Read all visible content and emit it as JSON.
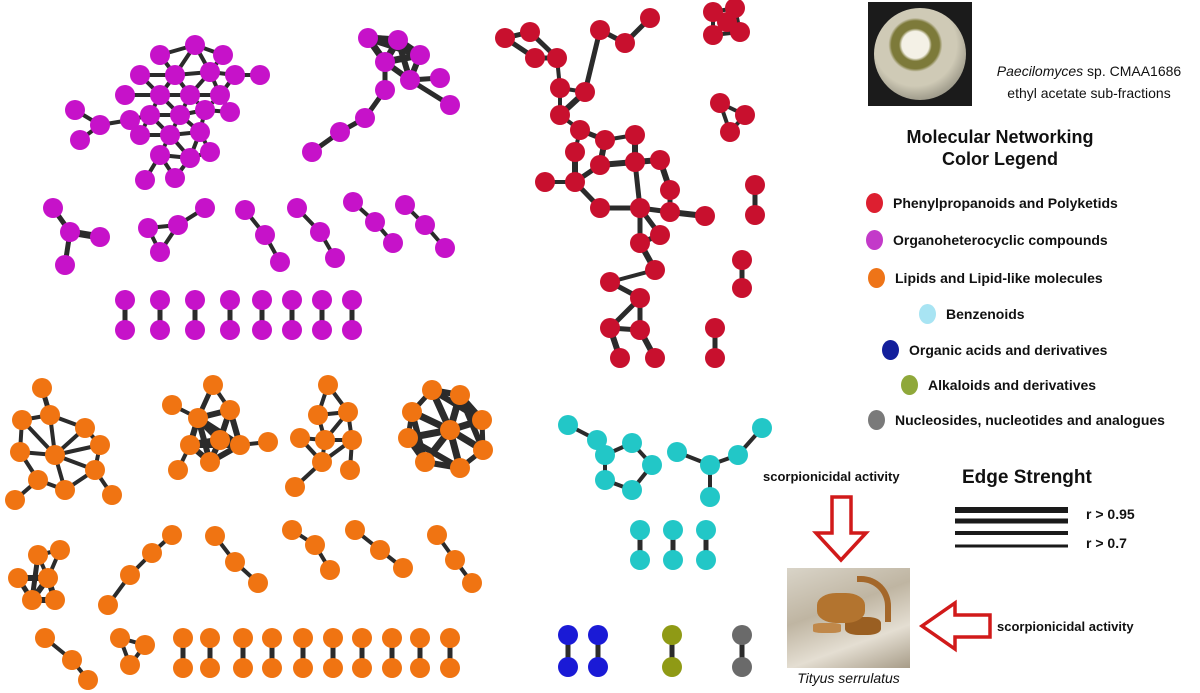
{
  "sample": {
    "genus": "Paecilomyces",
    "strain": " sp. CMAA1686",
    "line2": "ethyl acetate sub-fractions"
  },
  "legend": {
    "title_line1": "Molecular Networking",
    "title_line2": "Color Legend",
    "items": [
      {
        "label": "Phenylpropanoids  and Polyketids",
        "color": "#dd1f30"
      },
      {
        "label": "Organoheterocyclic  compounds",
        "color": "#c33ac9"
      },
      {
        "label": "Lipids  and Lipid-like molecules",
        "color": "#ee7418"
      },
      {
        "label": "Benzenoids",
        "color": "#a8e4f3"
      },
      {
        "label": "Organic acids and derivatives",
        "color": "#131f9c"
      },
      {
        "label": "Alkaloids  and derivatives",
        "color": "#8fa83a"
      },
      {
        "label": "Nucleosides,  nucleotides and analogues",
        "color": "#7a7a7a"
      }
    ]
  },
  "edge_strength": {
    "title": "Edge Strenght",
    "high_label": "r > 0.95",
    "low_label": "r > 0.7"
  },
  "activity": {
    "label_top": "scorpionicidal activity",
    "label_side": "scorpionicidal activity",
    "species": "Tityus serrulatus"
  },
  "node_colors": {
    "red": "#c8102e",
    "purple": "#c612c9",
    "orange": "#f07412",
    "cyan": "#22c7c7",
    "blue": "#1a1ad6",
    "olive": "#8f9a15",
    "gray": "#6a6a6a",
    "edge": "#2b2b2b",
    "arrow": "#d11a1a"
  }
}
